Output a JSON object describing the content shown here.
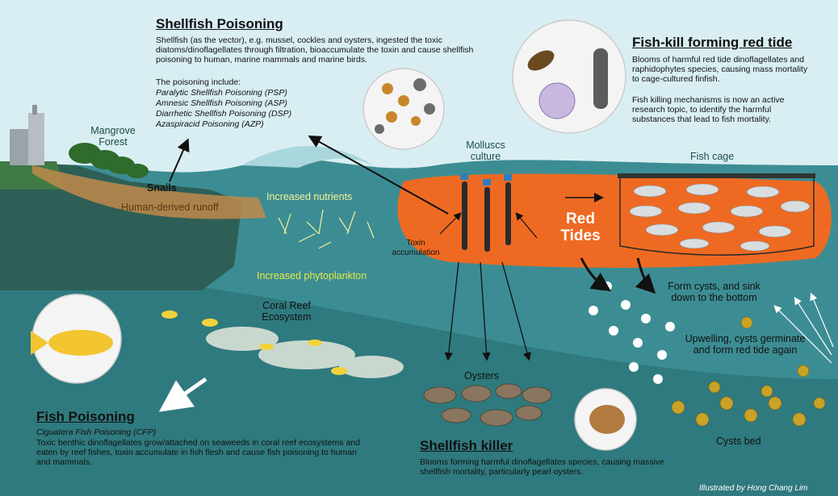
{
  "shellfish_poisoning": {
    "title": "Shellfish Poisoning",
    "body": "Shellfish (as the vector), e.g. mussel, cockles and oysters, ingested the toxic diatoms/dinoflagellates through filtration, bioaccumulate the toxin and cause shellfish poisoning to human, marine mammals and marine birds.",
    "include_intro": "The poisoning include:",
    "types": [
      "Paralytic Shellfish Poisoning (PSP)",
      "Amnesic Shellfish Poisoning (ASP)",
      "Diarrhetic Shellfish Poisoning (DSP)",
      "Azaspiracid Poisoning (AZP)"
    ]
  },
  "fish_kill": {
    "title": "Fish-kill forming red tide",
    "body1": "Blooms of harmful red tide dinoflagellates and raphidophytes species, causing mass mortality to cage-cultured finfish.",
    "body2": "Fish killing mechanisms is now an active research topic, to identify the harmful substances that lead to fish mortality."
  },
  "fish_poisoning": {
    "title": "Fish Poisoning",
    "subtitle": "Ciguatera Fish Poisoning (CFP)",
    "body": "Toxic benthic dinoflagellates grow/attached on seaweeds in coral reef ecosystems and eaten by reef fishes, toxin accumulate in fish flesh and cause fish poisoning to human and mammals."
  },
  "shellfish_killer": {
    "title": "Shellfish killer",
    "body": "Blooms forming harmful dinoflagellates species, causing massive shellfish mortality, particularly pearl oysters."
  },
  "labels": {
    "mangrove": "Mangrove Forest",
    "snails": "Snails",
    "runoff": "Human-derived runoff",
    "nutrients": "Increased nutrients",
    "phytoplankton": "Increased phytoplankton",
    "molluscs": "Molluscs culture",
    "toxin": "Toxin accumulation",
    "red_tides": "Red Tides",
    "fish_cage": "Fish cage",
    "cysts_sink": "Form cysts, and sink down to the bottom",
    "coral_reef": "Coral Reef Ecosystem",
    "oysters": "Oysters",
    "upwelling": "Upwelling, cysts germinate and form red tide again",
    "cysts_bed": "Cysts bed"
  },
  "credit": "Illustrated by Hong Chang Lim",
  "colors": {
    "sky": "#d9eef3",
    "sea": "#3c8d93",
    "deep_sea": "#2f7a7e",
    "land": "#2e5f57",
    "red_tide": "#ee6a22",
    "runoff": "#c08a4a",
    "phytoplankton": "#e6e94a"
  }
}
